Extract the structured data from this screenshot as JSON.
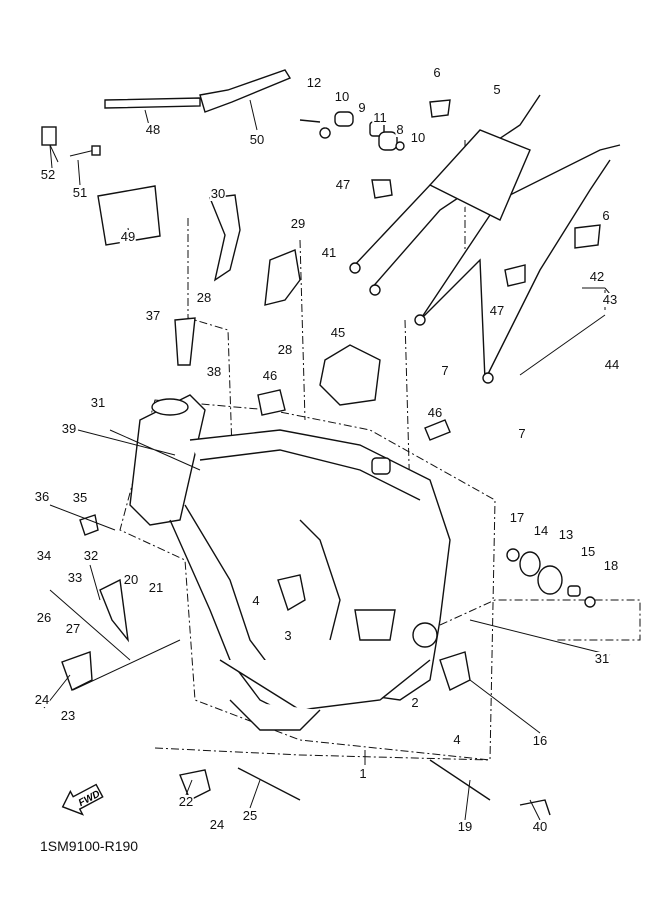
{
  "diagram": {
    "part_labels": [
      "12",
      "10",
      "9",
      "11",
      "8",
      "10",
      "6",
      "5",
      "48",
      "50",
      "52",
      "51",
      "47",
      "30",
      "29",
      "41",
      "6",
      "49",
      "28",
      "42",
      "43",
      "47",
      "37",
      "28",
      "45",
      "38",
      "7",
      "44",
      "46",
      "31",
      "7",
      "46",
      "39",
      "36",
      "35",
      "17",
      "14",
      "13",
      "15",
      "18",
      "32",
      "34",
      "33",
      "20",
      "21",
      "4",
      "26",
      "27",
      "3",
      "31",
      "24",
      "23",
      "2",
      "4",
      "16",
      "1",
      "22",
      "24",
      "25",
      "19",
      "40"
    ],
    "diagram_code": "1SM9100-R190",
    "fwd_icon_text": "FWD",
    "icons": [
      "fwd-arrow-icon"
    ]
  }
}
